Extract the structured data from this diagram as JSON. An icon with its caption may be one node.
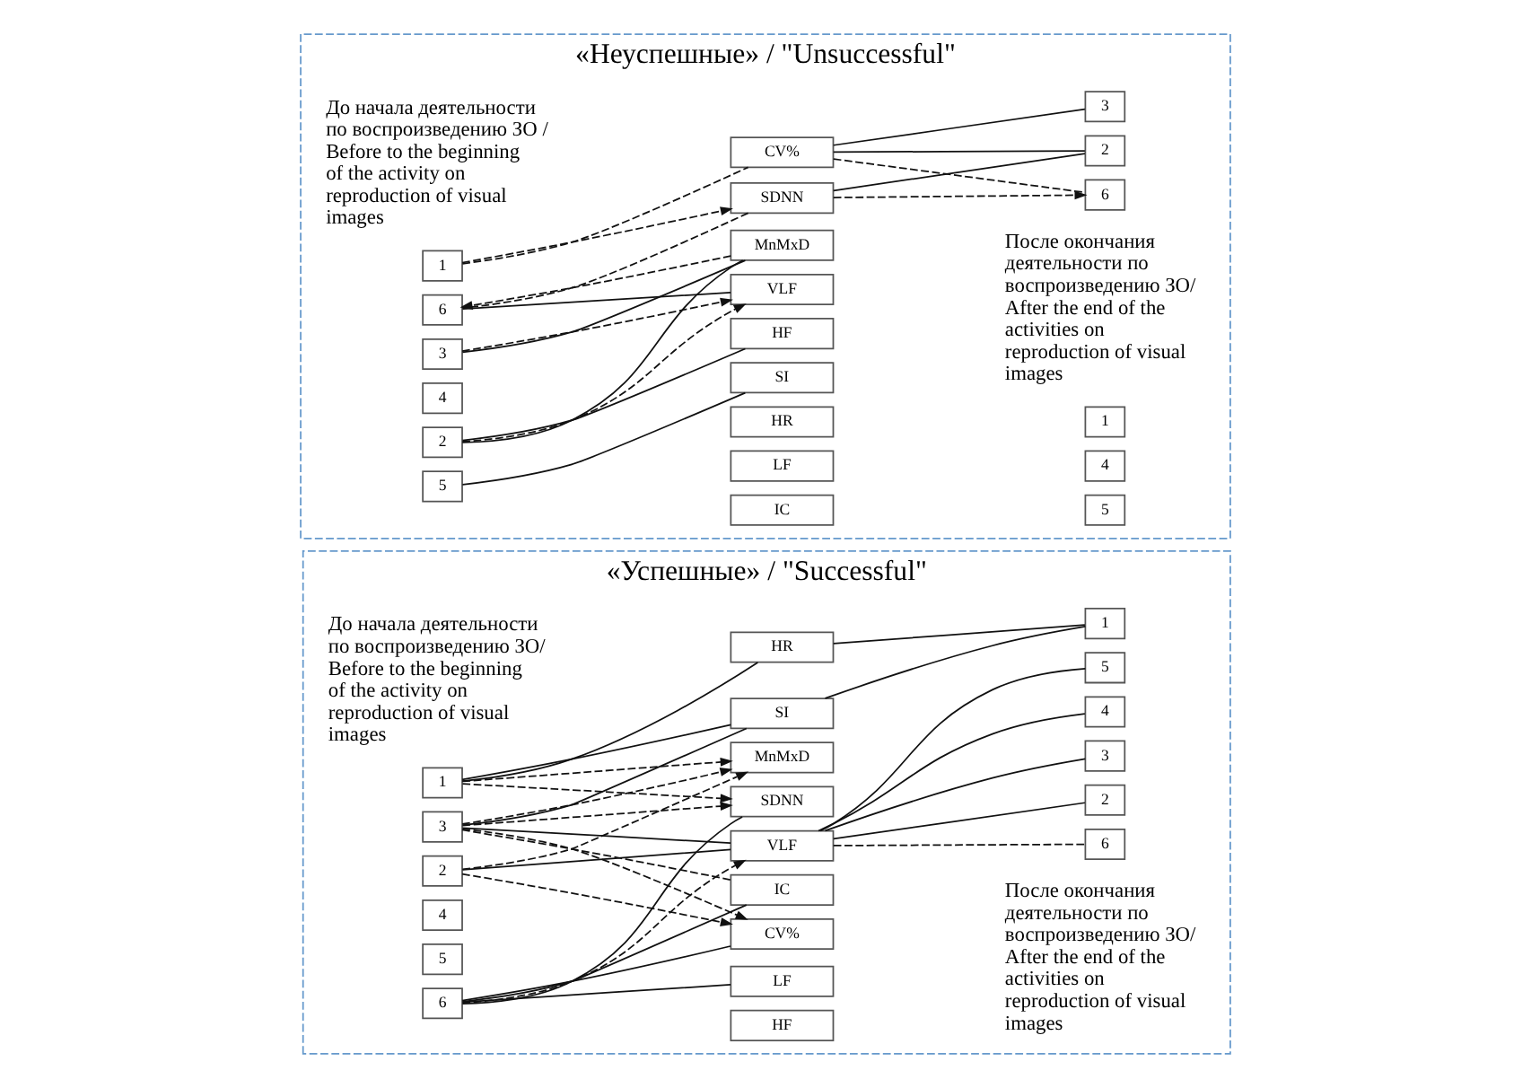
{
  "diagram": {
    "nodes": [
      {
        "text": [
          "«Успешные» / \"Successful\""
        ]
      },
      {
        "text": [
          "До начала деятельности по воспроизведению ЗО/ Before to the beginning of the activity on reproduction of visual images"
        ],
        "in": 0
      },
      {
        "text": [
          "После окончания деятельности по воспроизведению ЗО/ After the end of the activities on reproduction of visual images"
        ],
        "in": 0
      },
      {
        "text": [
          "1"
        ],
        "in": 0
      },
      {
        "text": [
          "2"
        ],
        "in": 0
      },
      {
        "text": [
          "3"
        ],
        "in": 0
      },
      {
        "text": [
          "4"
        ],
        "in": 0
      },
      {
        "text": [
          "5"
        ],
        "in": 0
      },
      {
        "text": [
          "6"
        ],
        "in": 0
      },
      {
        "text": [
          "HR"
        ],
        "in": 0
      },
      {
        "text": [
          "MnMxD"
        ],
        "in": 0
      },
      {
        "text": [
          "SDNN"
        ],
        "in": 0
      },
      {
        "text": [
          "CV%"
        ],
        "in": 0
      },
      {
        "text": [
          "SI"
        ],
        "in": 0
      },
      {
        "text": [
          "HF"
        ],
        "in": 0
      },
      {
        "text": [
          "LF"
        ],
        "in": 0
      },
      {
        "text": [
          "VLF"
        ],
        "in": 0
      },
      {
        "text": [
          "IC"
        ],
        "in": 0
      },
      {
        "text": [
          "1"
        ],
        "in": 0
      },
      {
        "text": [
          "2"
        ],
        "in": 0
      },
      {
        "text": [
          "3"
        ],
        "in": 0
      },
      {
        "text": [
          "4"
        ],
        "in": 0
      },
      {
        "text": [
          "5"
        ],
        "in": 0
      },
      {
        "text": [
          "6"
        ],
        "in": 0
      },
      {
        "text": [
          "«Неуспешные» / \"Unsuccessful\""
        ]
      },
      {
        "text": [
          "До начала деятельности по воспроизведению ЗО / Before to the beginning of the activity on reproduction of visual images"
        ],
        "in": 24
      },
      {
        "text": [
          "После окончания деятельности по воспроизведению ЗО/ After the end of the activities on reproduction of visual images"
        ],
        "in": 24
      },
      {
        "text": [
          "1"
        ],
        "in": 24
      },
      {
        "text": [
          "2"
        ],
        "in": 24
      },
      {
        "text": [
          "3"
        ],
        "in": 24
      },
      {
        "text": [
          "4"
        ],
        "in": 24
      },
      {
        "text": [
          "5"
        ],
        "in": 24
      },
      {
        "text": [
          "6"
        ],
        "in": 24
      },
      {
        "text": [
          "HR"
        ],
        "in": 24
      },
      {
        "text": [
          "MnMxD"
        ],
        "in": 24
      },
      {
        "text": [
          "SDNN"
        ],
        "in": 24
      },
      {
        "text": [
          "CV%"
        ],
        "in": 24
      },
      {
        "text": [
          "SI"
        ],
        "in": 24
      },
      {
        "text": [
          "HF"
        ],
        "in": 24
      },
      {
        "text": [
          "LF"
        ],
        "in": 24
      },
      {
        "text": [
          "VLF"
        ],
        "in": 24
      },
      {
        "text": [
          "IC"
        ],
        "in": 24
      },
      {
        "text": [
          "1"
        ],
        "in": 24
      },
      {
        "text": [
          "2"
        ],
        "in": 24
      },
      {
        "text": [
          "3"
        ],
        "in": 24
      },
      {
        "text": [
          "4"
        ],
        "in": 24
      },
      {
        "text": [
          "5"
        ],
        "in": 24
      },
      {
        "text": [
          "6"
        ],
        "in": 24
      }
    ],
    "edges": [
      {
        "from": 3,
        "to": 9,
        "arrow": "none"
      },
      {
        "from": 3,
        "to": 10,
        "arrow": "to",
        "style": "dashed"
      },
      {
        "from": 3,
        "to": 11,
        "arrow": "to",
        "style": "dashed"
      },
      {
        "from": 3,
        "to": 13,
        "arrow": "none"
      },
      {
        "from": 4,
        "to": 10,
        "arrow": "to",
        "style": "dashed"
      },
      {
        "from": 4,
        "to": 12,
        "arrow": "to",
        "style": "dashed"
      },
      {
        "from": 4,
        "to": 16,
        "arrow": "none"
      },
      {
        "from": 5,
        "to": 10,
        "arrow": "to",
        "style": "dashed"
      },
      {
        "from": 5,
        "to": 11,
        "arrow": "to",
        "style": "dashed"
      },
      {
        "from": 5,
        "to": 12,
        "arrow": "to",
        "style": "dashed"
      },
      {
        "from": 5,
        "to": 13,
        "arrow": "none"
      },
      {
        "from": 5,
        "to": 16,
        "arrow": "none"
      },
      {
        "from": 5,
        "to": 17,
        "arrow": "none",
        "style": "dashed"
      },
      {
        "from": 8,
        "to": 11,
        "arrow": "none"
      },
      {
        "from": 8,
        "to": 12,
        "arrow": "none"
      },
      {
        "from": 8,
        "to": 15,
        "arrow": "none"
      },
      {
        "from": 8,
        "to": 16,
        "arrow": "to",
        "style": "dashed"
      },
      {
        "from": 8,
        "to": 17,
        "arrow": "none"
      },
      {
        "from": 9,
        "to": 18,
        "arrow": "none"
      },
      {
        "from": 13,
        "to": 18,
        "arrow": "none"
      },
      {
        "from": 16,
        "to": 19,
        "arrow": "none"
      },
      {
        "from": 16,
        "to": 20,
        "arrow": "none"
      },
      {
        "from": 16,
        "to": 21,
        "arrow": "none"
      },
      {
        "from": 16,
        "to": 22,
        "arrow": "none"
      },
      {
        "from": 16,
        "to": 23,
        "arrow": "none",
        "style": "dashed"
      },
      {
        "from": 27,
        "to": 35,
        "arrow": "to",
        "style": "dashed"
      },
      {
        "from": 27,
        "to": 36,
        "arrow": "none",
        "style": "dashed"
      },
      {
        "from": 28,
        "to": 34,
        "arrow": "none"
      },
      {
        "from": 28,
        "to": 38,
        "arrow": "none"
      },
      {
        "from": 28,
        "to": 40,
        "arrow": "to",
        "style": "dashed"
      },
      {
        "from": 29,
        "to": 34,
        "arrow": "none"
      },
      {
        "from": 29,
        "to": 40,
        "arrow": "to",
        "style": "dashed"
      },
      {
        "from": 31,
        "to": 37,
        "arrow": "none"
      },
      {
        "from": 34,
        "to": 32,
        "arrow": "to",
        "style": "dashed"
      },
      {
        "from": 35,
        "to": 32,
        "arrow": "none",
        "style": "dashed"
      },
      {
        "from": 32,
        "to": 40,
        "arrow": "none"
      },
      {
        "from": 35,
        "to": 43,
        "arrow": "none"
      },
      {
        "from": 36,
        "to": 43,
        "arrow": "none"
      },
      {
        "from": 36,
        "to": 44,
        "arrow": "none"
      },
      {
        "from": 35,
        "to": 47,
        "arrow": "to",
        "style": "dashed"
      },
      {
        "from": 36,
        "to": 47,
        "arrow": "none",
        "style": "dashed"
      }
    ]
  }
}
